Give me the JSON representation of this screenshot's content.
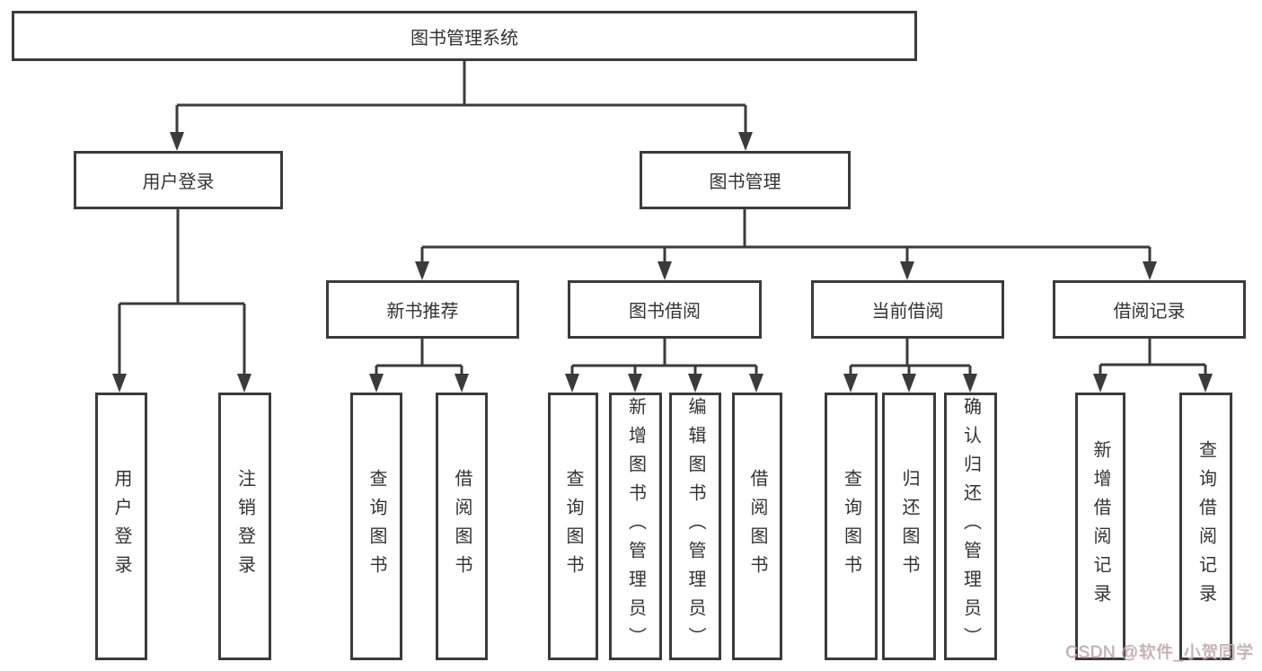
{
  "title": "图书管理系统",
  "watermark": {
    "text": "CSDN @软件_小贺同学"
  },
  "colors": {
    "line": "#3b3b3b",
    "box_border": "#3b3b3b",
    "box_background": "#ffffff",
    "text": "#333333",
    "watermark_text": "#b3b3b3",
    "watermark_shadow": "#eb8282"
  },
  "tree": {
    "label": "图书管理系统",
    "children": [
      {
        "label": "用户登录",
        "children": [
          {
            "label": "用户登录"
          },
          {
            "label": "注销登录"
          }
        ]
      },
      {
        "label": "图书管理",
        "children": [
          {
            "label": "新书推荐",
            "children": [
              {
                "label": "查询图书"
              },
              {
                "label": "借阅图书"
              }
            ]
          },
          {
            "label": "图书借阅",
            "children": [
              {
                "label": "查询图书"
              },
              {
                "label": "新增图书（管理员）"
              },
              {
                "label": "编辑图书（管理员）"
              },
              {
                "label": "借阅图书"
              }
            ]
          },
          {
            "label": "当前借阅",
            "children": [
              {
                "label": "查询图书"
              },
              {
                "label": "归还图书"
              },
              {
                "label": "确认归还（管理员）"
              }
            ]
          },
          {
            "label": "借阅记录",
            "children": [
              {
                "label": "新增借阅记录"
              },
              {
                "label": "查询借阅记录"
              }
            ]
          }
        ]
      }
    ]
  }
}
